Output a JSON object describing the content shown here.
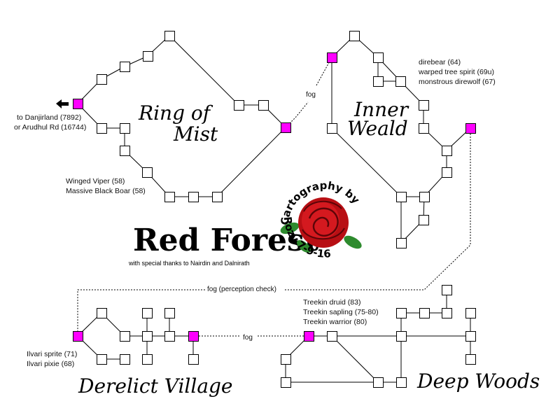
{
  "map": {
    "title": "Red Forest",
    "subtitle": "with special thanks to Nairdin and Dalnirath",
    "credit_top": "Cartography by",
    "credit_bottom": "Rozy 7-9-16",
    "areas": {
      "ring_of_mist": [
        "Ring of",
        "Mist"
      ],
      "inner_weald": [
        "Inner",
        "Weald"
      ],
      "derelict_village": "Derelict Village",
      "deep_woods": "Deep Woods"
    },
    "fog_labels": {
      "upper": "fog",
      "perception": "fog (perception check)",
      "lower": "fog"
    },
    "notes": {
      "exit_left": [
        "to Danjirland (7892)",
        "or Arudhul Rd (16744)"
      ],
      "ring_mobs": [
        "Winged Viper (58)",
        "Massive Black Boar (58)"
      ],
      "weald_mobs": [
        "direbear (64)",
        "warped tree spirit (69u)",
        "monstrous direwolf (67)"
      ],
      "village_mobs": [
        "Ilvari sprite (71)",
        "Ilvari pixie (68)"
      ],
      "woods_mobs": [
        "Treekin druid (83)",
        "Treekin sapling (75-80)",
        "Treekin warrior (80)"
      ]
    },
    "colors": {
      "exit_room": "#ff00ff",
      "room": "#ffffff",
      "rose": "#cc1111",
      "leaf": "#2e8b2e"
    },
    "icons": {
      "exit_arrow": "left-arrow-icon",
      "emblem": "rose-icon"
    }
  }
}
